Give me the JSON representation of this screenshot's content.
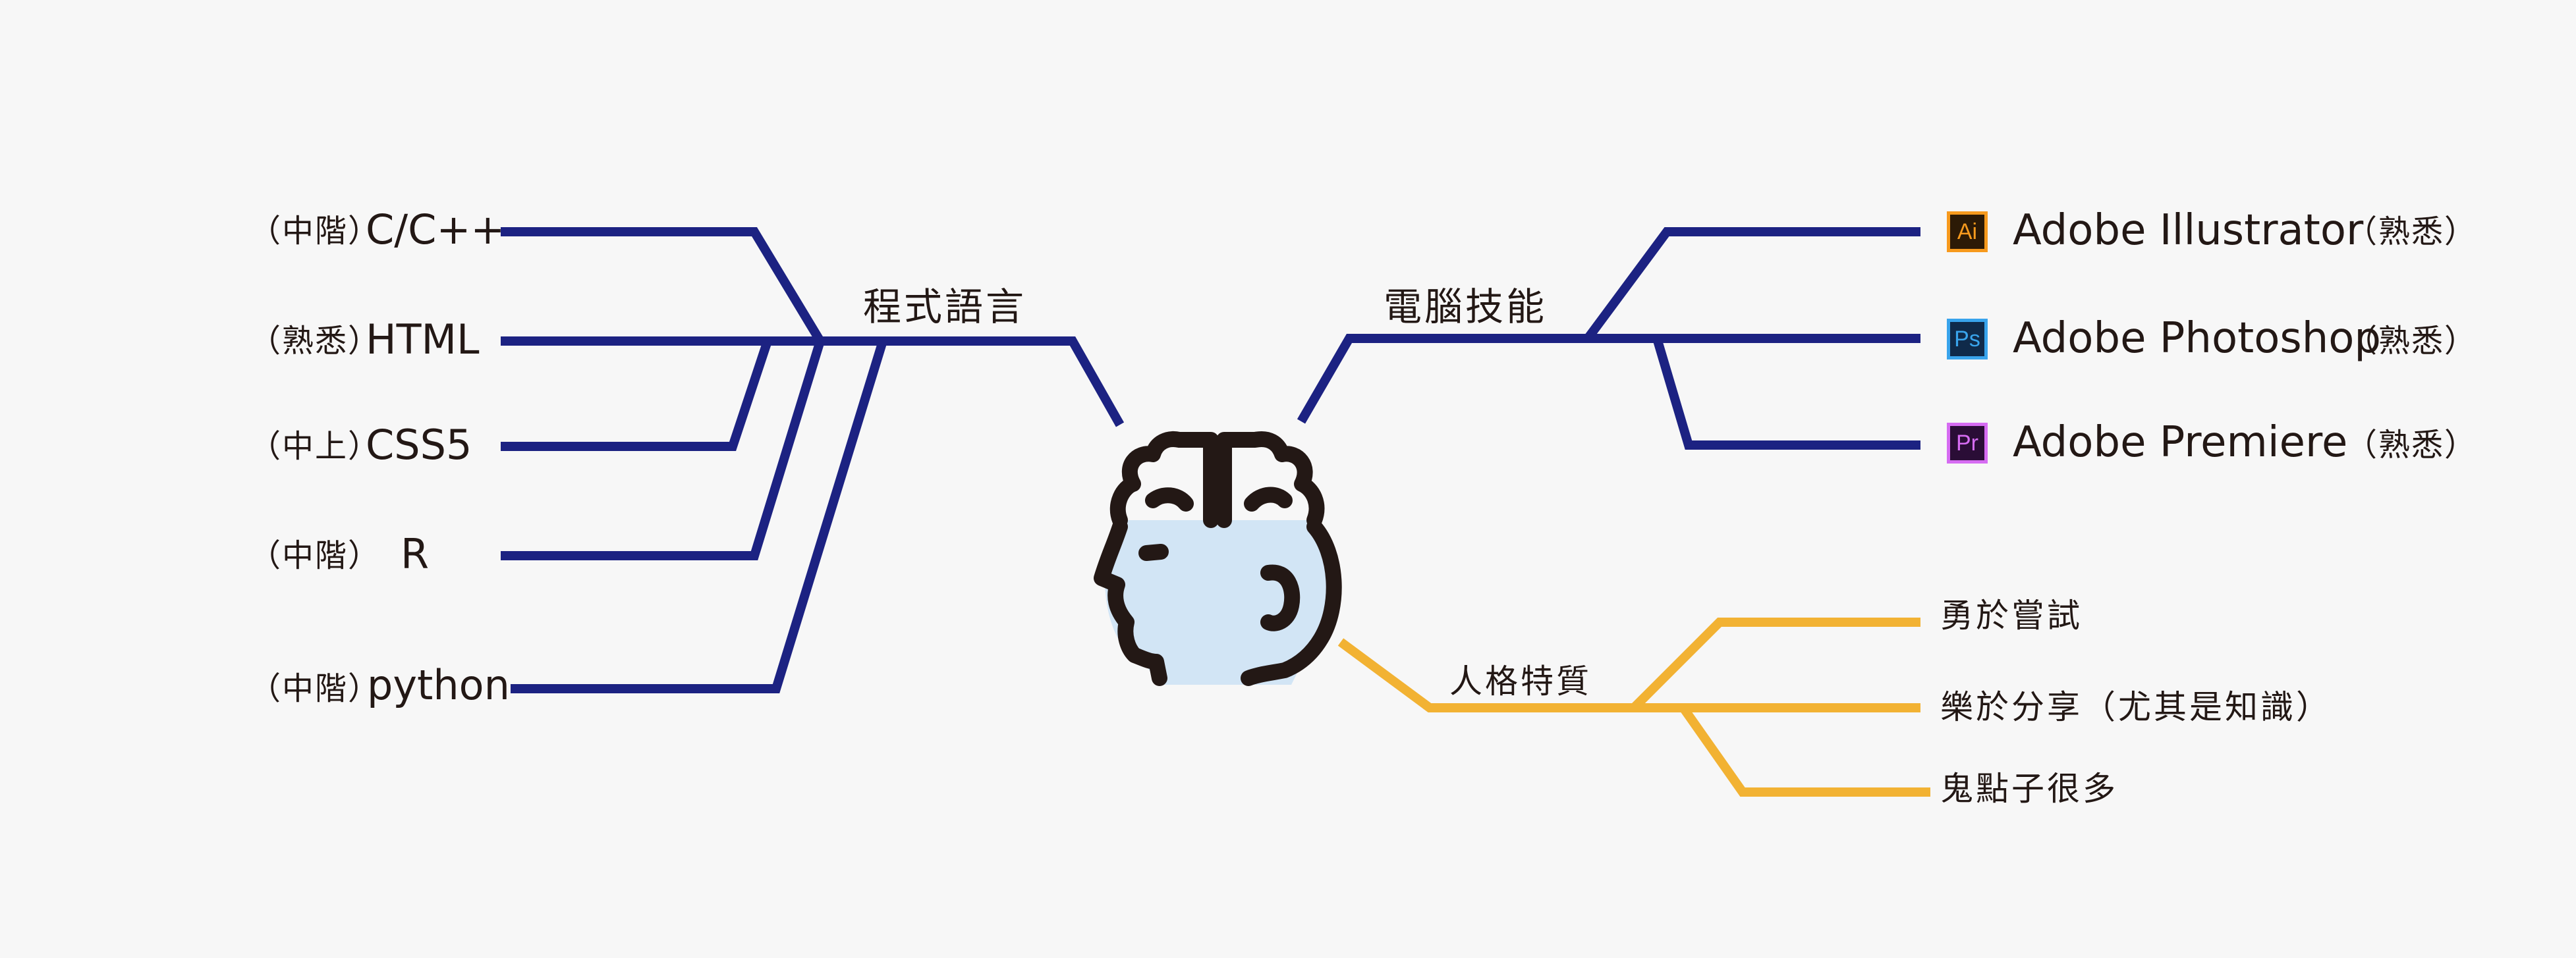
{
  "colors": {
    "background": "#f7f7f7",
    "navy": "#1c2282",
    "gold": "#f2b233",
    "head_fill": "#d2e5f5",
    "head_stroke": "#231815",
    "ai": "#f79a1d",
    "ai_bg": "#2c1a06",
    "ps": "#39a4ec",
    "ps_bg": "#0f2a4a",
    "pr": "#d66cf2",
    "pr_bg": "#2a0d36"
  },
  "icons": {
    "center": "brain-head-icon"
  },
  "programming": {
    "category": "程式語言",
    "items": [
      {
        "level": "（中階）",
        "name": "C/C++"
      },
      {
        "level": "（熟悉）",
        "name": "HTML"
      },
      {
        "level": "（中上）",
        "name": "CSS5"
      },
      {
        "level": "（中階）",
        "name": "R"
      },
      {
        "level": "（中階）",
        "name": "python"
      }
    ]
  },
  "computer": {
    "category": "電腦技能",
    "items": [
      {
        "icon_text": "Ai",
        "icon": "illustrator-icon",
        "name": "Adobe Illustrator",
        "level": "（熟悉）"
      },
      {
        "icon_text": "Ps",
        "icon": "photoshop-icon",
        "name": "Adobe Photoshop",
        "level": "（熟悉）"
      },
      {
        "icon_text": "Pr",
        "icon": "premiere-icon",
        "name": "Adobe Premiere",
        "level": "（熟悉）"
      }
    ]
  },
  "personality": {
    "category": "人格特質",
    "items": [
      {
        "text": "勇於嘗試"
      },
      {
        "text": "樂於分享（尤其是知識）"
      },
      {
        "text": "鬼點子很多"
      }
    ]
  }
}
